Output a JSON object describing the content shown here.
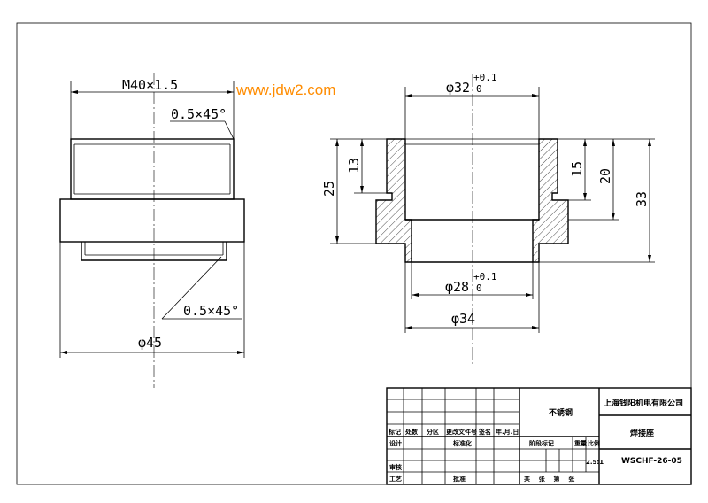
{
  "watermark": "www.jdw2.com",
  "left_view": {
    "thread_label": "M40×1.5",
    "chamfer_top": "0.5×45°",
    "chamfer_bottom": "0.5×45°",
    "dia_bottom": "φ45"
  },
  "right_view": {
    "dia_top": "φ32",
    "dia_top_tol_upper": "+0.1",
    "dia_top_tol_lower": "0",
    "dia_inner": "φ28",
    "dia_inner_tol_upper": "+0.1",
    "dia_inner_tol_lower": "0",
    "dia_outer": "φ34",
    "dim_13": "13",
    "dim_25": "25",
    "dim_15": "15",
    "dim_20": "20",
    "dim_33": "33"
  },
  "title_block": {
    "material": "不锈钢",
    "company": "上海钱阳机电有限公司",
    "part_name": "焊接座",
    "drawing_no": "WSCHF-26-05",
    "scale_label": "比例",
    "scale_value": "2.5:1",
    "weight_label": "重量",
    "stage_label": "阶段标记",
    "sheet_text": "共    张    第    张",
    "col_mark": "标记",
    "col_count": "处数",
    "col_zone": "分区",
    "col_docno": "更改文件号",
    "col_sign": "签名",
    "col_date": "年.月.日",
    "row_design": "设计",
    "row_std": "标准化",
    "row_review": "审核",
    "row_process": "工艺",
    "row_approve": "批准"
  }
}
